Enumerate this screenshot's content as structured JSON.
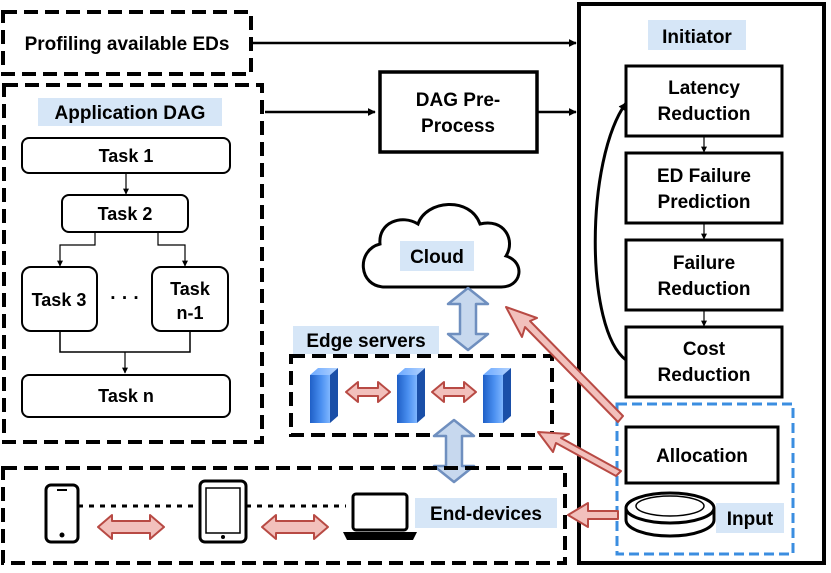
{
  "diagram": {
    "profiling": {
      "label": "Profiling available EDs"
    },
    "app_dag": {
      "title": "Application DAG",
      "tasks": {
        "task1": "Task 1",
        "task2": "Task 2",
        "task3": "Task 3",
        "ellipsis": "· · ·",
        "taskn1_line1": "Task",
        "taskn1_line2": "n-1",
        "taskn": "Task n"
      }
    },
    "preprocess": {
      "line1": "DAG Pre-",
      "line2": "Process"
    },
    "initiator": {
      "title": "Initiator",
      "steps": [
        {
          "line1": "Latency",
          "line2": "Reduction"
        },
        {
          "line1": "ED Failure",
          "line2": "Prediction"
        },
        {
          "line1": "Failure",
          "line2": "Reduction"
        },
        {
          "line1": "Cost",
          "line2": "Reduction"
        }
      ],
      "allocation": "Allocation",
      "input": "Input"
    },
    "cloud": {
      "label": "Cloud"
    },
    "edge_servers": {
      "label": "Edge servers"
    },
    "end_devices": {
      "label": "End-devices"
    },
    "colors": {
      "highlight": "#d6e6f7",
      "red_arrow_fill": "#f2c0bc",
      "red_arrow_stroke": "#b84a44",
      "blue_arrow_fill": "#c7d8ee",
      "blue_arrow_stroke": "#6f8fbf",
      "input_dashed": "#3b8ee0",
      "server_blue": "#2a6fd6"
    }
  }
}
